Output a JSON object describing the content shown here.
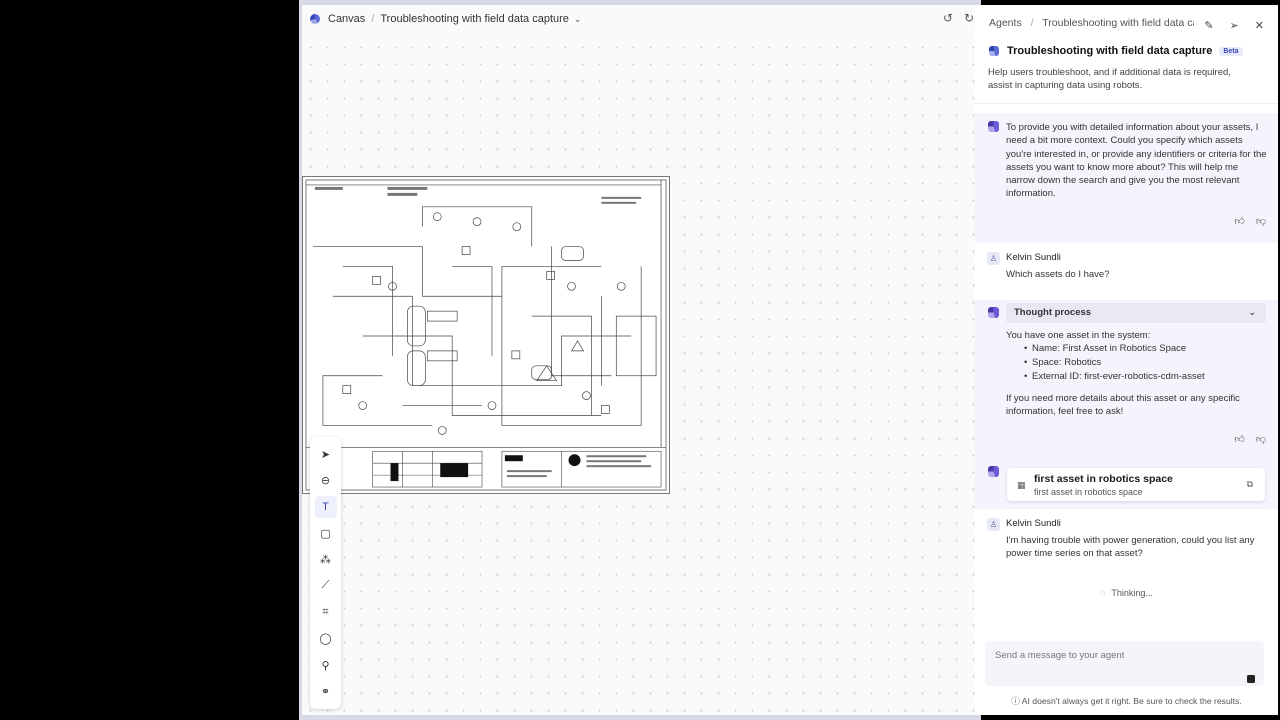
{
  "canvas": {
    "breadcrumb_root": "Canvas",
    "breadcrumb_current": "Troubleshooting with field data capture",
    "tools": [
      {
        "name": "select-tool-icon",
        "glyph": "➤"
      },
      {
        "name": "pan-tool-icon",
        "glyph": "⊖"
      },
      {
        "name": "text-tool-icon",
        "glyph": "T"
      },
      {
        "name": "sticky-note-tool-icon",
        "glyph": "▢"
      },
      {
        "name": "shapes-tool-icon",
        "glyph": "⁂"
      },
      {
        "name": "line-tool-icon",
        "glyph": "⟋"
      },
      {
        "name": "frame-tool-icon",
        "glyph": "⌗"
      },
      {
        "name": "comment-tool-icon",
        "glyph": "◯"
      },
      {
        "name": "stamp-tool-icon",
        "glyph": "⚲"
      },
      {
        "name": "connect-tool-icon",
        "glyph": "⚭"
      }
    ]
  },
  "panel": {
    "breadcrumb_root": "Agents",
    "breadcrumb_current": "Troubleshooting with field data capt",
    "agent_title": "Troubleshooting with field data capture",
    "beta_label": "Beta",
    "agent_description": "Help users troubleshoot, and if additional data is required, assist in capturing data using robots.",
    "messages": {
      "agent1": "To provide you with detailed information about your assets, I need a bit more context. Could you specify which assets you're interested in, or provide any identifiers or criteria for the assets you want to know more about? This will help me narrow down the search and give you the most relevant information.",
      "user1_name": "Kelvin  Sundli",
      "user1_text": "Which assets do I have?",
      "thought_label": "Thought process",
      "agent2_intro": "You have one asset in the system:",
      "agent2_bullets": [
        "Name: First Asset in Robotics Space",
        "Space: Robotics",
        "External ID: first-ever-robotics-cdm-asset"
      ],
      "agent2_outro": "If you need more details about this asset or any specific information, feel free to ask!",
      "asset_card_name": "first asset in robotics space",
      "asset_card_sub": "first asset in robotics space",
      "user2_name": "Kelvin  Sundli",
      "user2_text": "I'm having trouble with power generation, could you list any power time series on that asset?",
      "thinking": "Thinking..."
    },
    "input_placeholder": "Send a message to your agent",
    "disclaimer": "AI doesn't always get it right. Be sure to check the results."
  },
  "colors": {
    "accent": "#3a4ab8",
    "agent_message_bg": "#f5f3fc",
    "frame_bg": "#d7d9e6"
  }
}
